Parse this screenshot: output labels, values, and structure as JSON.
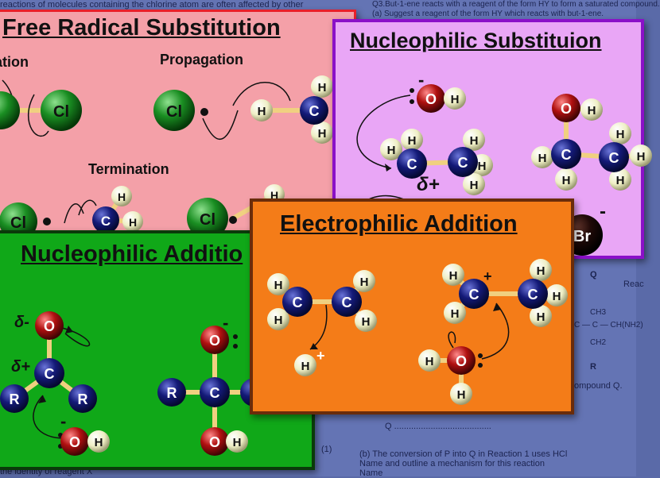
{
  "colors": {
    "background": "#6474b4",
    "pink": "#f4a0a8",
    "purple": "#e9a6f6",
    "green": "#10a818",
    "orange": "#f47c18",
    "carbon": "#0c1058",
    "chlorine": "#168a1e",
    "oxygen": "#a80e0e",
    "hydrogen": "#f0f0d0",
    "bromine": "#1a0a08",
    "bond": "#f0d080"
  },
  "background_doc": {
    "line1": "reactions of molecules containing the chlorine atom are often affected by other",
    "q3_title": "Q3.But-1-ene reacts with a reagent of the form HY to form a saturated compound.",
    "q3_a": "(a) Suggest a reagent of the form HY which reacts with but-1-ene.",
    "q": "Q",
    "reac": "Reac",
    "ch3_top": "CH3",
    "chain": "C — C — CH(NH2)",
    "ch3_bot": "CH2",
    "r": "R",
    "compound_q": "ompound Q.",
    "q_dots": "Q ........................................",
    "mark": "(1)",
    "b_line": "(b) The conversion of P into Q in Reaction 1 uses HCl",
    "b_line2": "Name and outline a mechanism for this reaction",
    "name_lbl": "Name",
    "identity": "the identity of reagent X"
  },
  "cards": {
    "free_radical": {
      "title": "Free Radical Substitution",
      "sub_initiation": "ation",
      "sub_propagation": "Propagation",
      "sub_termination": "Termination"
    },
    "nucleophilic_sub": {
      "title": "Nucleophilic Substituion",
      "delta_plus": "δ+",
      "minus": "-",
      "bromide": "Br"
    },
    "nucleophilic_add": {
      "title": "Nucleophilic Additio",
      "delta_minus": "δ-",
      "delta_plus": "δ+",
      "minus1": "-",
      "minus2": "-"
    },
    "electrophilic_add": {
      "title": "Electrophilic Addition",
      "plus1": "+",
      "plus2": "+"
    }
  },
  "atoms": {
    "C": "C",
    "H": "H",
    "O": "O",
    "R": "R",
    "Cl": "Cl"
  }
}
